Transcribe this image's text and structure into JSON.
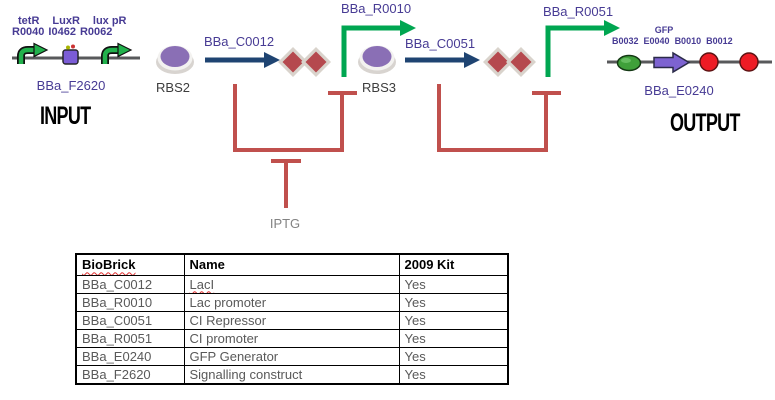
{
  "diagram": {
    "input": {
      "top_labels": [
        "tetR",
        "LuxR",
        "lux pR"
      ],
      "bottom_labels": [
        "R0040",
        "I0462",
        "R0062"
      ],
      "construct_label": "BBa_F2620",
      "title": "INPUT"
    },
    "rbs2_label": "RBS2",
    "rbs3_label": "RBS3",
    "gene1_label": "BBa_C0012",
    "promoter1_label": "BBa_R0010",
    "gene2_label": "BBa_C0051",
    "promoter2_label": "BBa_R0051",
    "inducer_label": "IPTG",
    "output": {
      "gfp_label": "GFP",
      "part_labels": [
        "B0032",
        "E0040",
        "B0010",
        "B0012"
      ],
      "construct_label": "BBa_E0240",
      "title": "OUTPUT"
    },
    "colors": {
      "promoter_green": "#00a651",
      "repression_red": "#c0504d",
      "gene_arrow_blue": "#1f4472",
      "repressor_diamond": "#b5494e",
      "rbs_purple": "#8a6fb5",
      "label_purple": "#473b94",
      "terminator_red": "#ee1c25",
      "dna_gray": "#58595b"
    }
  },
  "table": {
    "headers": [
      "BioBrick",
      "Name",
      "2009 Kit"
    ],
    "rows": [
      [
        "BBa_C0012",
        "LacI",
        "Yes"
      ],
      [
        "BBa_R0010",
        "Lac promoter",
        "Yes"
      ],
      [
        "BBa_C0051",
        "CI Repressor",
        "Yes"
      ],
      [
        "BBa_R0051",
        "CI promoter",
        "Yes"
      ],
      [
        "BBa_E0240",
        "GFP Generator",
        "Yes"
      ],
      [
        "BBa_F2620",
        "Signalling construct",
        "Yes"
      ]
    ]
  }
}
